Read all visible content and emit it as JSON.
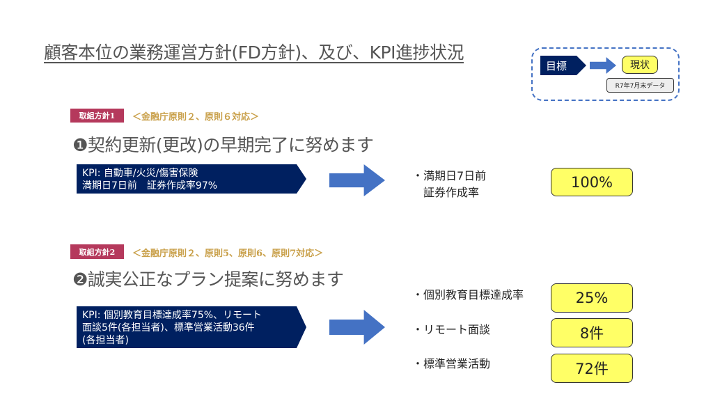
{
  "title": "顧客本位の業務運営方針(FD方針)、及び、KPI進捗状況",
  "legend": {
    "target": "目標",
    "current": "現状",
    "data_note": "R7年7月末データ"
  },
  "policies": [
    {
      "tag": "取組方針1",
      "principles": "＜金融庁原則２、原則６対応＞",
      "heading": "❶契約更新(更改)の早期完了に努めます",
      "kpi_lines": [
        "KPI: 自動車/火災/傷害保険",
        "満期日7日前　証券作成率97%"
      ],
      "results": [
        {
          "label_lines": [
            "・満期日7日前",
            "　証券作成率"
          ],
          "value": "100%"
        }
      ]
    },
    {
      "tag": "取組方針2",
      "principles": "＜金融庁原則２、原則5、原則6、原則7対応＞",
      "heading": "❷誠実公正なプラン提案に努めます",
      "kpi_lines": [
        "KPI: 個別教育目標達成率75%、リモート",
        "面談5件(各担当者)、標準営業活動36件",
        "(各担当者)"
      ],
      "results": [
        {
          "label": "・個別教育目標達成率",
          "value": "25%"
        },
        {
          "label": "・リモート面談",
          "value": "8件"
        },
        {
          "label": "・標準営業活動",
          "value": "72件"
        }
      ]
    }
  ],
  "colors": {
    "navy": "#002060",
    "arrow": "#4472c4",
    "yellow": "#ffff66",
    "tag": "#b5395c",
    "gold": "#c9a04a"
  }
}
